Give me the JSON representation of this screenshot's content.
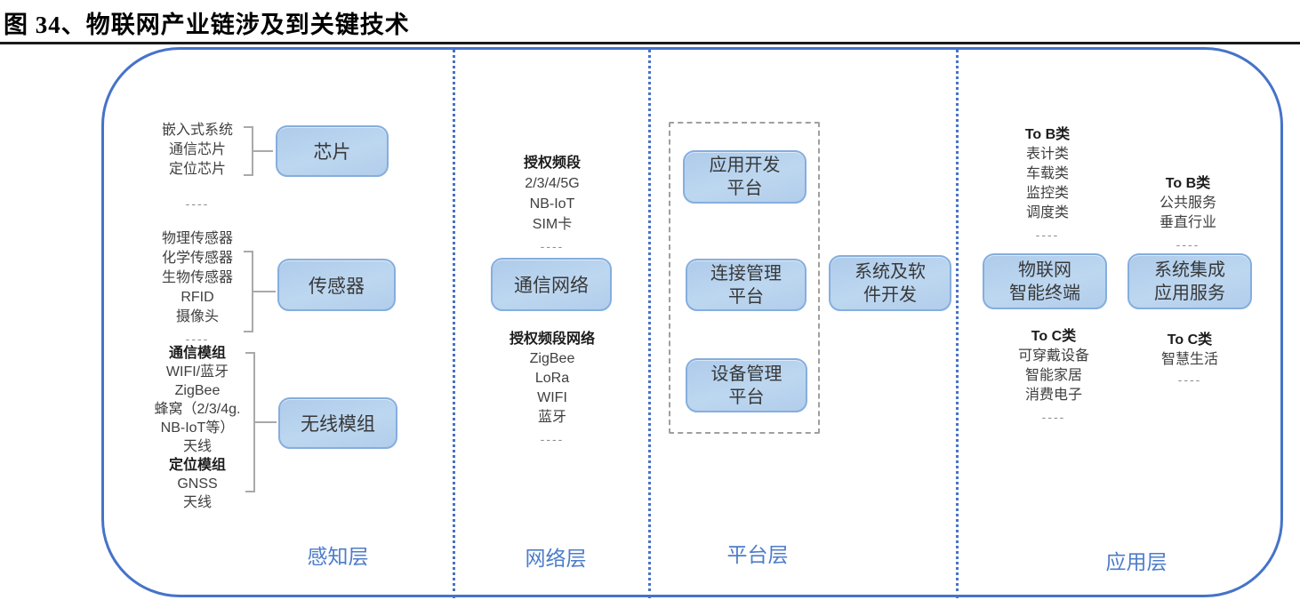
{
  "figure": {
    "title": "图 34、物联网产业链涉及到关键技术"
  },
  "colors": {
    "frame_blue": "#4573c9",
    "label_blue": "#4d7cca",
    "box_fill": "#b7d2ee",
    "box_border": "#85aede",
    "bracket_gray": "#a9a9a9"
  },
  "perception": {
    "label": "感知层",
    "chip": {
      "items": [
        "嵌入式系统",
        "通信芯片",
        "定位芯片"
      ],
      "more": "----",
      "box": "芯片"
    },
    "sensor": {
      "items": [
        "物理传感器",
        "化学传感器",
        "生物传感器",
        "RFID",
        "摄像头"
      ],
      "more": "----",
      "box": "传感器"
    },
    "wireless": {
      "head1": "通信模组",
      "items1": [
        "WIFI/蓝牙",
        "ZigBee",
        "蜂窝（2/3/4g.",
        "NB-IoT等）",
        "天线"
      ],
      "head2": "定位模组",
      "items2": [
        "GNSS",
        "天线"
      ],
      "box": "无线模组"
    }
  },
  "network": {
    "label": "网络层",
    "licensed": {
      "head": "授权频段",
      "items": [
        "2/3/4/5G",
        "NB-IoT",
        "SIM卡"
      ],
      "more": "----"
    },
    "box": "通信网络",
    "unlicensed": {
      "head": "授权频段网络",
      "items": [
        "ZigBee",
        "LoRa",
        "WIFI",
        "蓝牙"
      ],
      "more": "----"
    }
  },
  "platform": {
    "label": "平台层",
    "app_dev_box": {
      "line1": "应用开发",
      "line2": "平台"
    },
    "connection_box": {
      "line1": "连接管理",
      "line2": "平台"
    },
    "device_box": {
      "line1": "设备管理",
      "line2": "平台"
    },
    "software_box": {
      "line1": "系统及软",
      "line2": "件开发"
    }
  },
  "application": {
    "label": "应用层",
    "to_b_terminal": {
      "head": "To B类",
      "items": [
        "表计类",
        "车载类",
        "监控类",
        "调度类"
      ],
      "more": "----"
    },
    "to_b_service": {
      "head": "To B类",
      "items": [
        "公共服务",
        "垂直行业"
      ],
      "more": "----"
    },
    "terminal_box": {
      "line1": "物联网",
      "line2": "智能终端"
    },
    "service_box": {
      "line1": "系统集成",
      "line2": "应用服务"
    },
    "to_c_terminal": {
      "head": "To C类",
      "items": [
        "可穿戴设备",
        "智能家居",
        "消费电子"
      ],
      "more": "----"
    },
    "to_c_service": {
      "head": "To C类",
      "items": [
        "智慧生活"
      ],
      "more": "----"
    }
  }
}
